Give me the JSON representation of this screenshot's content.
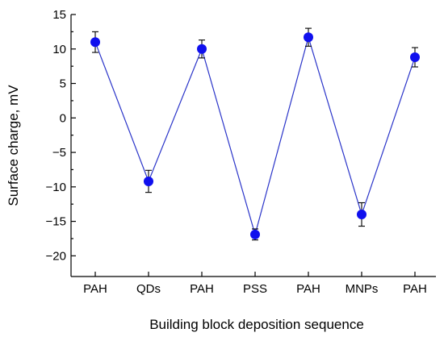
{
  "chart_data": {
    "type": "line",
    "title": "",
    "xlabel": "Building block deposition sequence",
    "ylabel": "Surface charge, mV",
    "categories": [
      "PAH",
      "QDs",
      "PAH",
      "PSS",
      "PAH",
      "MNPs",
      "PAH"
    ],
    "ylim": [
      -23,
      15
    ],
    "yticks": [
      15,
      10,
      5,
      0,
      -5,
      -10,
      -15,
      -20
    ],
    "grid": false,
    "series": [
      {
        "values": [
          11.0,
          -9.2,
          10.0,
          -16.9,
          11.7,
          -14.0,
          8.8
        ],
        "errors": [
          1.5,
          1.6,
          1.3,
          0.8,
          1.3,
          1.7,
          1.4
        ],
        "color": "#1010ee"
      }
    ]
  }
}
